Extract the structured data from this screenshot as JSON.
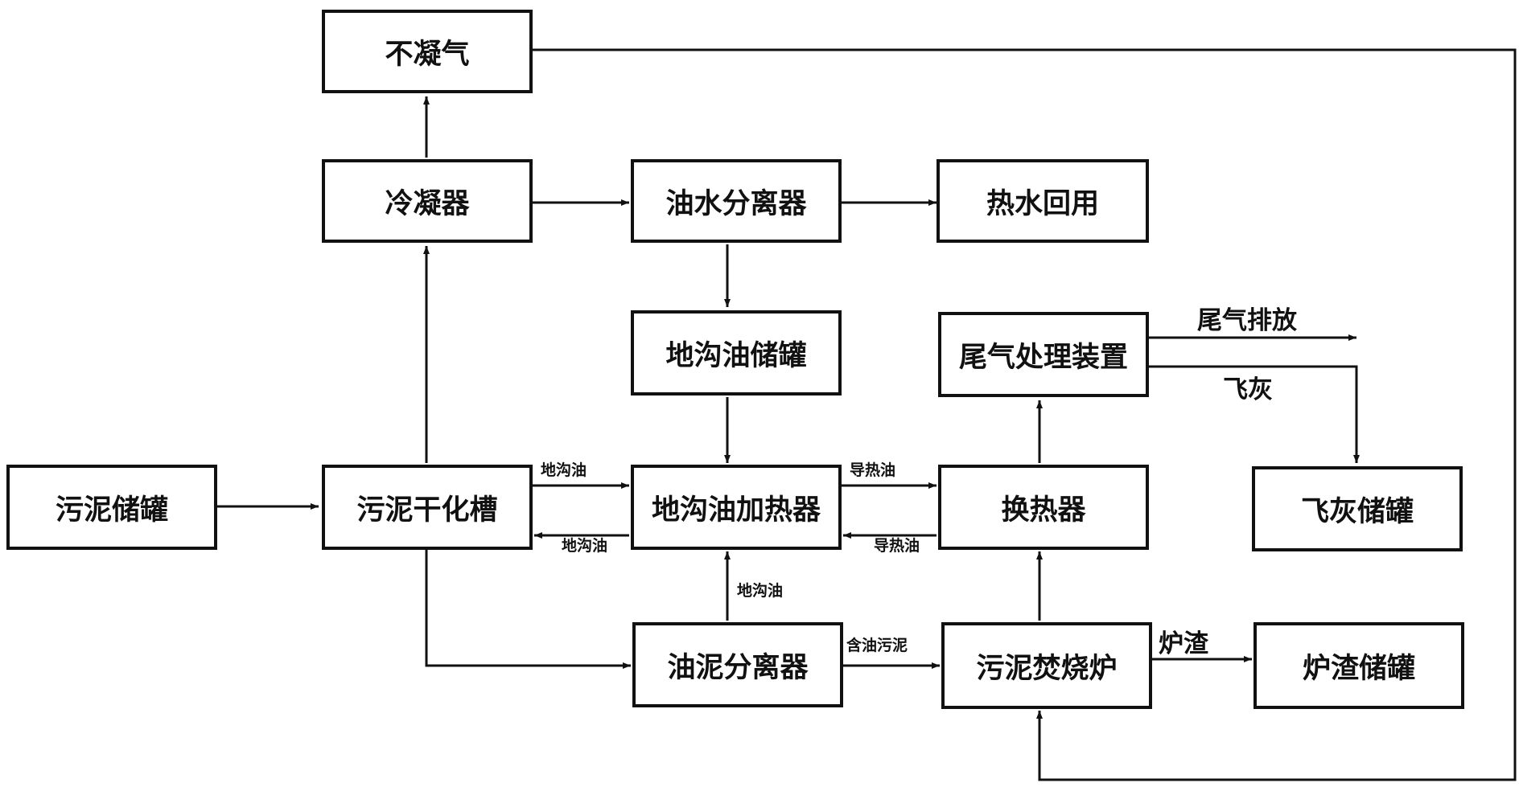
{
  "nodes": {
    "non_condensable_gas": "不凝气",
    "condenser": "冷凝器",
    "oil_water_separator": "油水分离器",
    "hot_water_reuse": "热水回用",
    "gutter_oil_tank": "地沟油储罐",
    "tail_gas_treatment": "尾气处理装置",
    "sludge_tank": "污泥储罐",
    "sludge_drying_tank": "污泥干化槽",
    "gutter_oil_heater": "地沟油加热器",
    "heat_exchanger": "换热器",
    "fly_ash_tank": "飞灰储罐",
    "oil_sludge_separator": "油泥分离器",
    "sludge_incinerator": "污泥焚烧炉",
    "slag_tank": "炉渣储罐"
  },
  "edge_labels": {
    "gutter_oil_to_heater": "地沟油",
    "gutter_oil_return": "地沟油",
    "heat_oil_to_exchanger": "导热油",
    "heat_oil_return": "导热油",
    "gutter_oil_from_separator": "地沟油",
    "oily_sludge": "含油污泥",
    "slag": "炉渣",
    "tail_gas_emission": "尾气排放",
    "fly_ash": "飞灰"
  }
}
